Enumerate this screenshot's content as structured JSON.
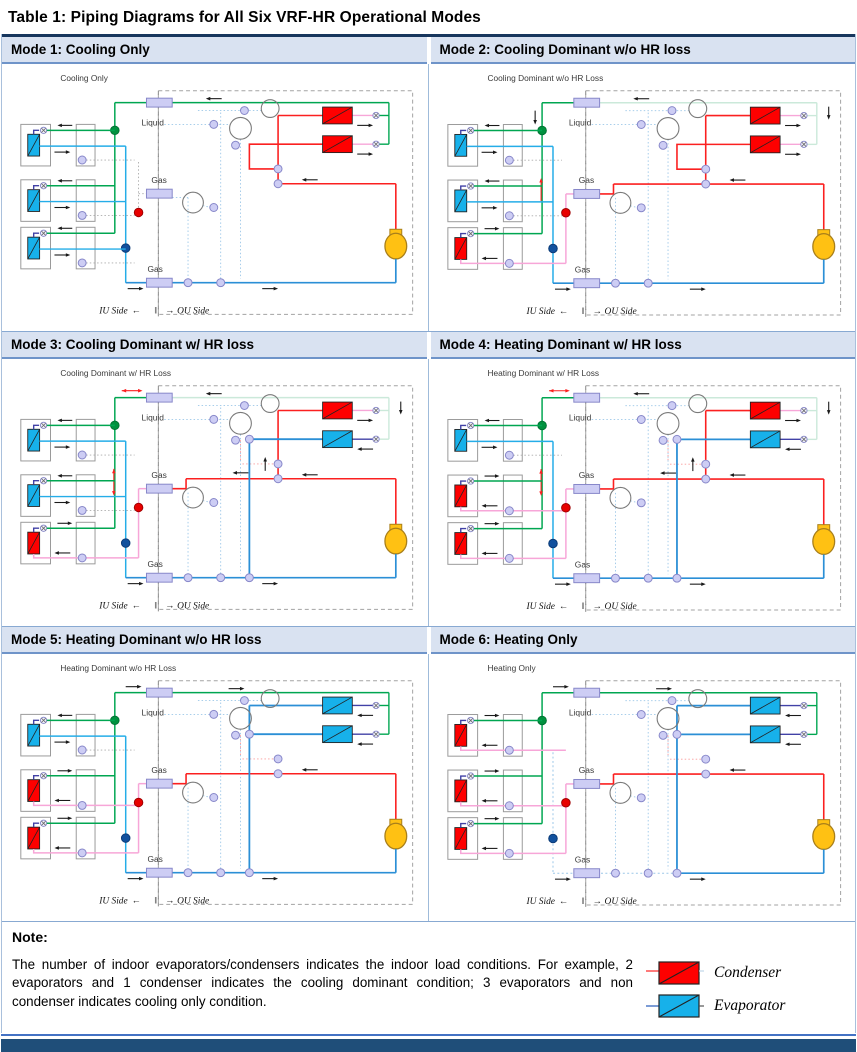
{
  "page_title": "Table 1: Piping Diagrams for All Six VRF-HR Operational Modes",
  "diagram_labels": {
    "liquid": "Liquid",
    "gas_mid": "Gas",
    "gas_bottom": "Gas",
    "iu_side": "IU Side",
    "ou_side": "OU Side",
    "left_arrow": "←",
    "right_arrow": "→",
    "boundary_mark": "‖"
  },
  "modes": [
    {
      "header": "Mode 1: Cooling Only",
      "title": "Cooling Only",
      "indoor_units": [
        "evaporator",
        "evaporator",
        "evaporator"
      ],
      "outdoor_hx": [
        "condenser",
        "condenser"
      ],
      "liquid_flow": "to-indoor",
      "arrows": {}
    },
    {
      "header": "Mode 2: Cooling Dominant w/o HR loss",
      "title": "Cooling Dominant w/o HR Loss",
      "indoor_units": [
        "evaporator",
        "evaporator",
        "condenser"
      ],
      "outdoor_hx": [
        "condenser",
        "condenser"
      ],
      "liquid_flow": "to-indoor",
      "arrows": {
        "red_up": true,
        "ou_down": true,
        "green_down": true
      }
    },
    {
      "header": "Mode 3: Cooling Dominant w/ HR loss",
      "title": "Cooling Dominant w/ HR Loss",
      "indoor_units": [
        "evaporator",
        "evaporator",
        "condenser"
      ],
      "outdoor_hx": [
        "condenser",
        "evaporator"
      ],
      "liquid_flow": "to-indoor",
      "arrows": {
        "red_h_double": true,
        "red_v_double": true,
        "ou_down": true,
        "mid": true
      }
    },
    {
      "header": "Mode 4: Heating Dominant w/ HR loss",
      "title": "Heating Dominant w/ HR Loss",
      "indoor_units": [
        "evaporator",
        "condenser",
        "condenser"
      ],
      "outdoor_hx": [
        "condenser",
        "evaporator"
      ],
      "liquid_flow": "to-indoor",
      "arrows": {
        "red_h_double": true,
        "red_v_double": true,
        "ou_down": true,
        "mid": true
      }
    },
    {
      "header": "Mode 5: Heating Dominant w/o HR loss",
      "title": "Heating Dominant w/o HR Loss",
      "indoor_units": [
        "evaporator",
        "condenser",
        "condenser"
      ],
      "outdoor_hx": [
        "evaporator",
        "evaporator"
      ],
      "liquid_flow": "to-outdoor",
      "arrows": {}
    },
    {
      "header": "Mode 6: Heating Only",
      "title": "Heating Only",
      "indoor_units": [
        "condenser",
        "condenser",
        "condenser"
      ],
      "outdoor_hx": [
        "evaporator",
        "evaporator"
      ],
      "liquid_flow": "to-outdoor",
      "arrows": {}
    }
  ],
  "note": {
    "label": "Note:",
    "text": "The number of indoor evaporators/condensers indicates the indoor load conditions. For example, 2 evaporators and 1 condenser indicates the cooling dominant condition; 3 evaporators and non condenser indicates cooling only condition."
  },
  "legend": {
    "items": [
      {
        "label": "Condenser",
        "color": "#FE0000",
        "stub_color": "#FE4040"
      },
      {
        "label": "Evaporator",
        "color": "#17B1EA",
        "stub_color": "#4472C4"
      }
    ]
  },
  "palette": {
    "green": "#00A651",
    "pale_green": "#CBE9DA",
    "green_dot": "#00913E",
    "cyan": "#25ADE8",
    "hx_evap": "#17B1EA",
    "hx_cond": "#FE0000",
    "red": "#FB2020",
    "pink": "#F7A6D8",
    "navy_stub": "#4141A6",
    "lav_fill": "#CDCDF4",
    "lav_stroke": "#8787C9",
    "box_gray": "#9A9A9A",
    "circ_gray": "#7A7A7A",
    "dot_blue": "#9CC7E8",
    "dot_red": "#FB9A9A",
    "dot_gray": "#ABABAB",
    "blue_main": "#2B8FD6",
    "blue_dot": "#11519E",
    "red_dot": "#E80000",
    "compressor": "#FFC113",
    "compressor_stroke": "#A87F1B",
    "dash_border": "#A3A3A3",
    "label_color": "#3A3A3A",
    "arrow_black": "#1A1A1A"
  }
}
